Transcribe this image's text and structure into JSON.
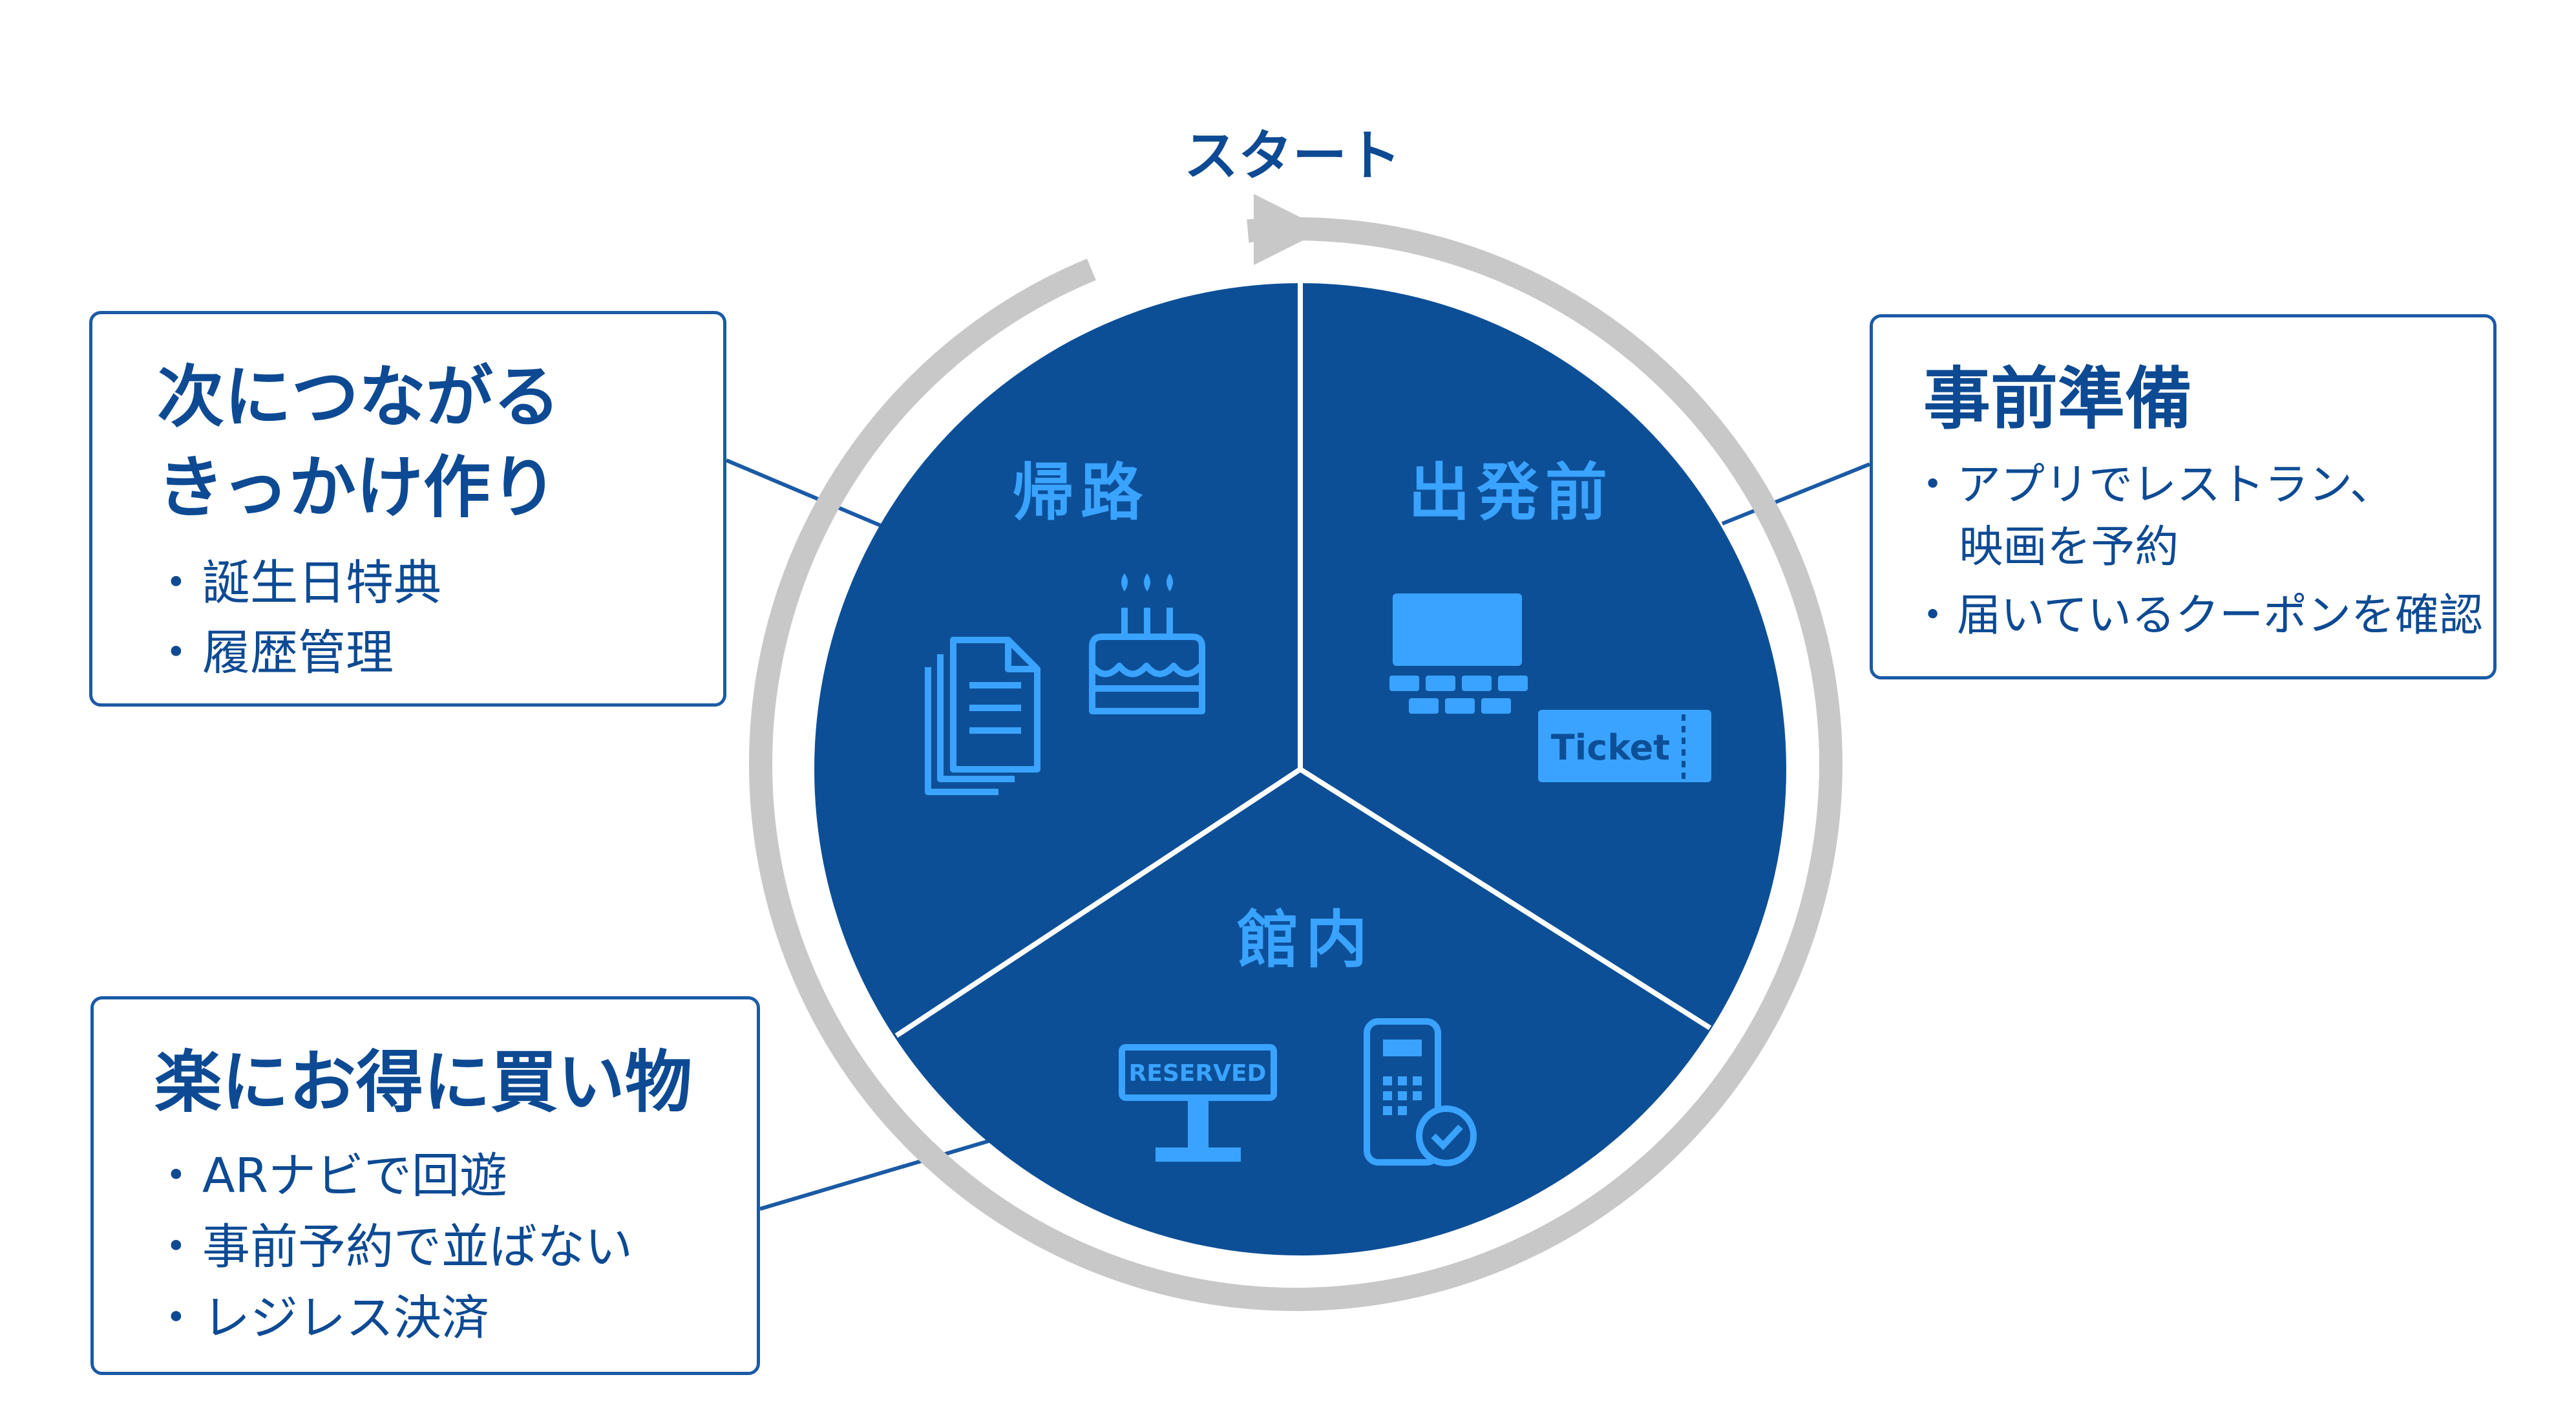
{
  "start_label": "スタート",
  "colors": {
    "accent": "#0d4f97",
    "light_blue": "#3aa3ff",
    "ring_gray": "#c8c8c8",
    "text_blue": "#0d4a93"
  },
  "segments": [
    {
      "label": "帰路",
      "icons": [
        "documents-icon",
        "birthday-cake-icon"
      ]
    },
    {
      "label": "出発前",
      "icons": [
        "theater-screen-icon",
        "ticket-icon"
      ],
      "ticket_text": "Ticket"
    },
    {
      "label": "館内",
      "icons": [
        "reserved-sign-icon",
        "smartphone-check-icon"
      ],
      "reserved_text": "RESERVED"
    }
  ],
  "boxes": {
    "left_top": {
      "title_lines": [
        "次につながる",
        "きっかけ作り"
      ],
      "items": [
        "誕生日特典",
        "履歴管理"
      ]
    },
    "right": {
      "title": "事前準備",
      "items": [
        "アプリでレストラン、映画を予約",
        "届いているクーポンを確認"
      ],
      "item0_lines": [
        "アプリでレストラン、",
        "映画を予約"
      ]
    },
    "left_bottom": {
      "title": "楽にお得に買い物",
      "items": [
        "ARナビで回遊",
        "事前予約で並ばない",
        "レジレス決済"
      ]
    }
  }
}
